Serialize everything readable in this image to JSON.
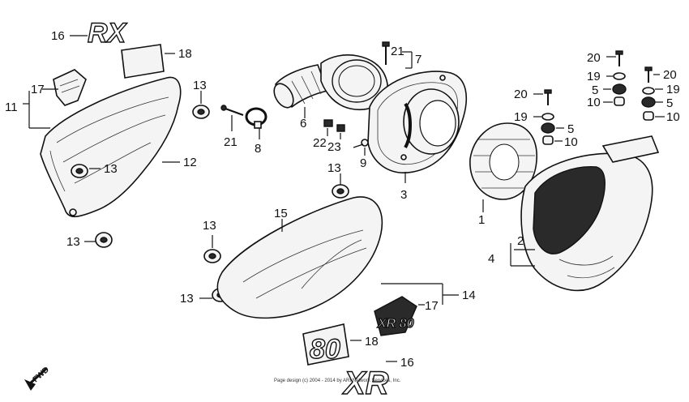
{
  "callouts": {
    "c1": "1",
    "c2": "2",
    "c3": "3",
    "c4": "4",
    "c5a": "5",
    "c5b": "5",
    "c5c": "5",
    "c6": "6",
    "c7": "7",
    "c8": "8",
    "c9": "9",
    "c10a": "10",
    "c10b": "10",
    "c10c": "10",
    "c11": "11",
    "c12": "12",
    "c13a": "13",
    "c13b": "13",
    "c13c": "13",
    "c13d": "13",
    "c13e": "13",
    "c13f": "13",
    "c14": "14",
    "c15": "15",
    "c16a": "16",
    "c16b": "16",
    "c17a": "17",
    "c17b": "17",
    "c18a": "18",
    "c18b": "18",
    "c19a": "19",
    "c19b": "19",
    "c19c": "19",
    "c20a": "20",
    "c20b": "20",
    "c20c": "20",
    "c21a": "21",
    "c21b": "21",
    "c22": "22",
    "c23": "23"
  },
  "emblems": {
    "rx_top": "RX",
    "eighty": "80",
    "xr_bottom": "XR",
    "xr80_badge": "XR 80"
  },
  "fwd_label": "FWD",
  "footer": "Page design (c) 2004 - 2014 by ARI Network Services, Inc."
}
